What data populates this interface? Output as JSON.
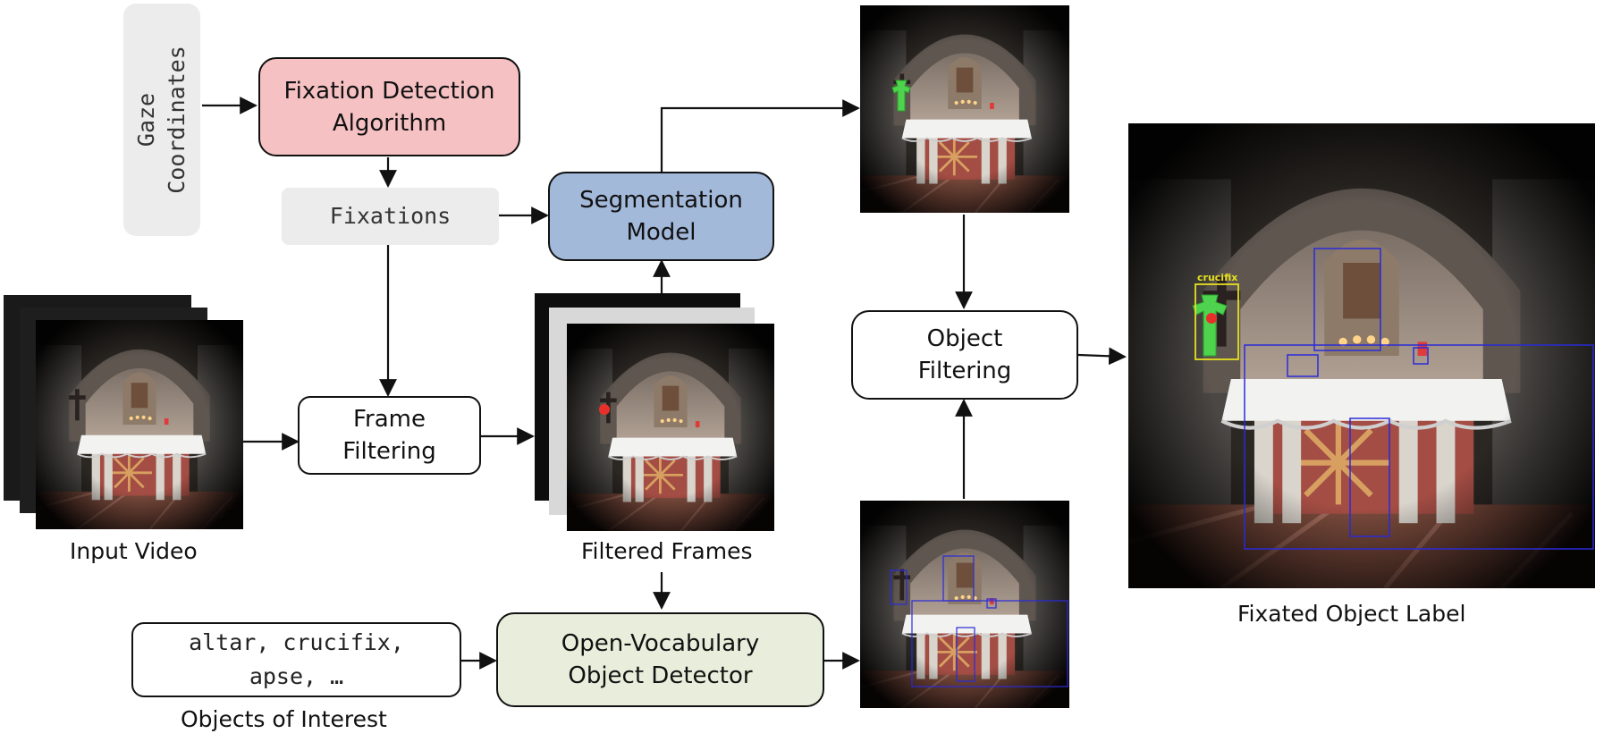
{
  "inputs": {
    "gaze_coordinates": "Gaze Coordinates",
    "fixations": "Fixations",
    "objects_of_interest_text": [
      "altar, crucifix,",
      "apse, …"
    ]
  },
  "nodes": {
    "fixation_detection": [
      "Fixation Detection",
      "Algorithm"
    ],
    "segmentation_model": [
      "Segmentation",
      "Model"
    ],
    "frame_filtering": [
      "Frame",
      "Filtering"
    ],
    "object_filtering": [
      "Object",
      "Filtering"
    ],
    "object_detector": [
      "Open-Vocabulary",
      "Object Detector"
    ]
  },
  "captions": {
    "input_video": "Input Video",
    "filtered_frames": "Filtered Frames",
    "objects_of_interest": "Objects of Interest",
    "fixated_object_label": "Fixated Object Label"
  },
  "image_labels": {
    "crucifix": "crucifix"
  },
  "colors": {
    "fixation_fill": "#f6c1c3",
    "segmentation_fill": "#a3b9da",
    "detector_fill": "#e9eedc",
    "input_fill": "#ececec",
    "bbox_blue": "#2a2ad8",
    "bbox_yellow": "#e6e020",
    "mask_green": "#4fd34f",
    "fixation_dot": "#e8302a"
  }
}
